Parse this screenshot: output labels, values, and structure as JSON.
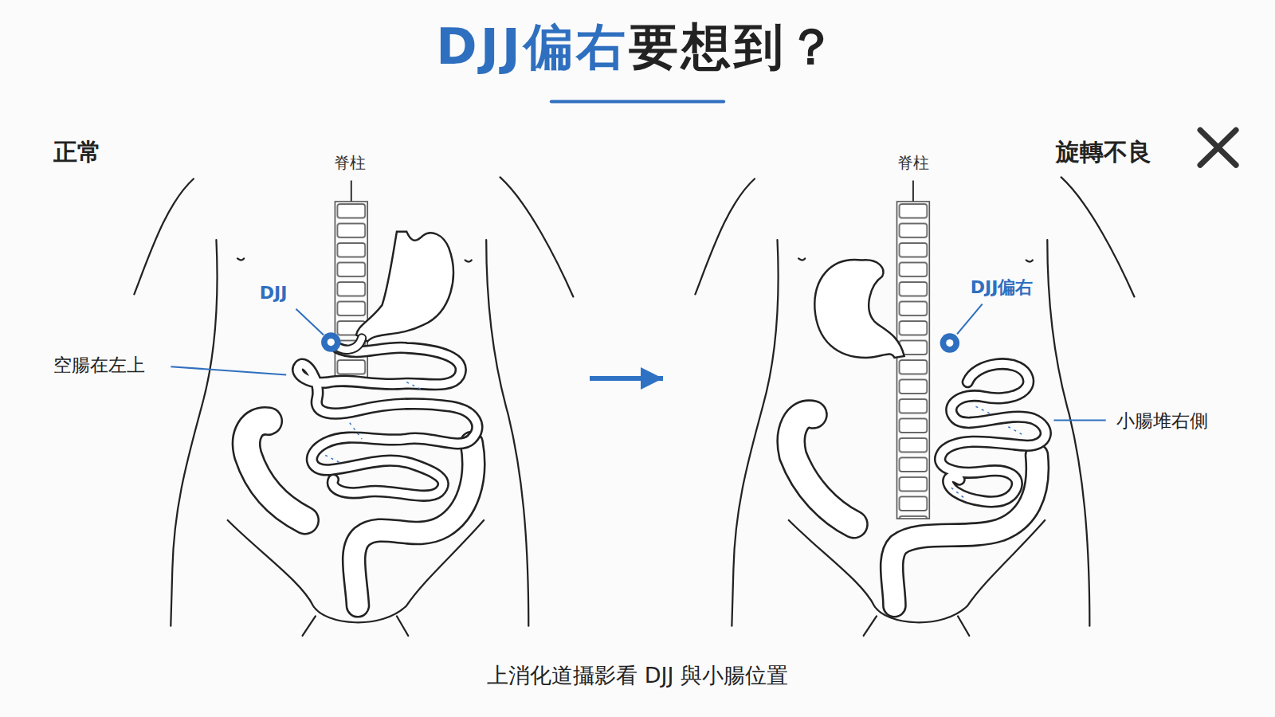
{
  "diagram": {
    "title": "DJJ偏右要想到？",
    "caption": "上消化道攝影看 DJJ 與小腸位置",
    "nodes": [
      {
        "text": [
          "正常"
        ]
      },
      {
        "text": [
          "旋轉不良"
        ]
      }
    ],
    "edges": [
      {
        "from": 0,
        "to": 1,
        "arrow": "to"
      }
    ],
    "labels": [
      "脊柱",
      "DJJ",
      "空腸在左上",
      "脊柱",
      "DJJ偏右",
      "小腸堆右側"
    ]
  }
}
